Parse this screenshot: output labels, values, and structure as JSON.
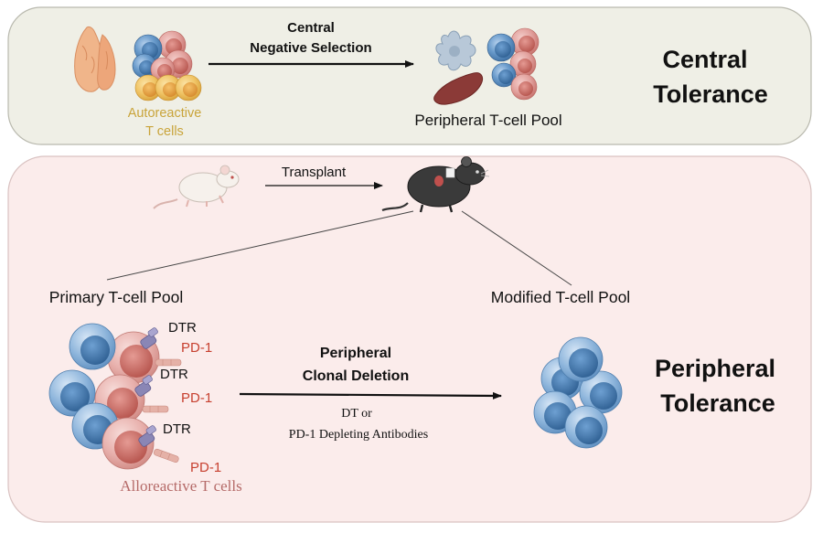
{
  "central": {
    "autoreactive_line1": "Autoreactive",
    "autoreactive_line2": "T cells",
    "arrow_line1": "Central",
    "arrow_line2": "Negative Selection",
    "pool_label": "Peripheral T-cell Pool",
    "title_line1": "Central",
    "title_line2": "Tolerance"
  },
  "peripheral": {
    "transplant_label": "Transplant",
    "primary_pool": "Primary T-cell Pool",
    "modified_pool": "Modified T-cell Pool",
    "dtr1": "DTR",
    "pd1_1": "PD-1",
    "dtr2": "DTR",
    "pd1_2": "PD-1",
    "dtr3": "DTR",
    "pd1_3": "PD-1",
    "alloreactive": "Alloreactive T cells",
    "arrow_line1": "Peripheral",
    "arrow_line2": "Clonal Deletion",
    "method_line1": "DT  or",
    "method_line2": "PD-1 Depleting Antibodies",
    "title_line1": "Peripheral",
    "title_line2": "Tolerance"
  },
  "colors": {
    "central_panel": "#efefe6",
    "peripheral_panel": "#fbeceb",
    "blue_cell": "#4f86bd",
    "red_cell": "#d98e8a",
    "yellow_cell": "#eec05a",
    "autoreactive_text": "#c9a43a",
    "pd1_text": "#c7402f",
    "alloreactive_text": "#b56a68"
  },
  "icons": [
    "thymus-icon",
    "spleen-icon",
    "dendritic-cell-icon",
    "white-mouse-icon",
    "black-mouse-icon",
    "dtr-receptor-icon",
    "pd1-receptor-icon"
  ]
}
